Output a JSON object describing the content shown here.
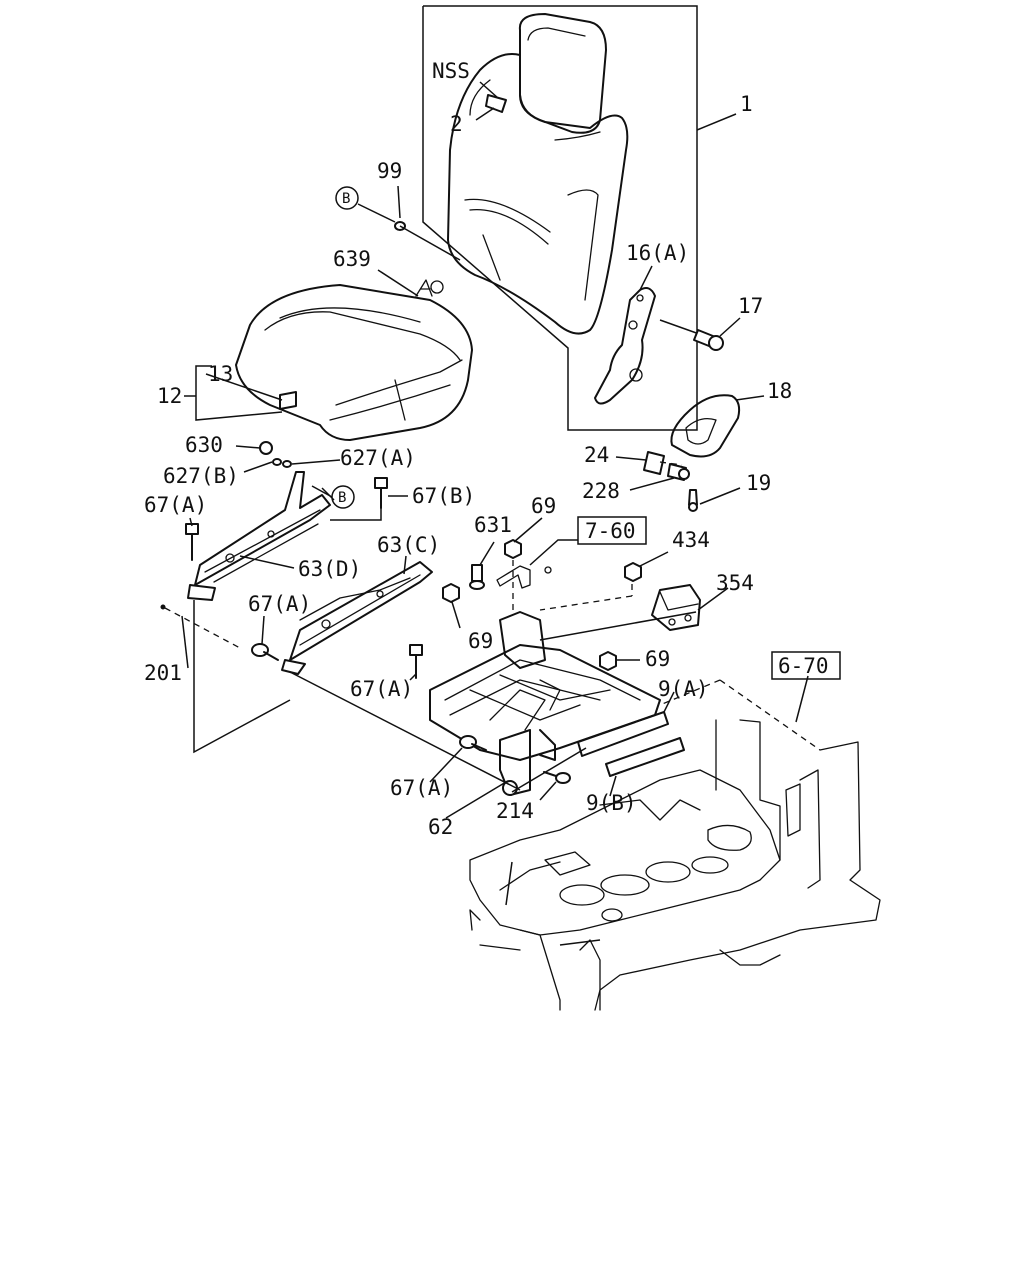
{
  "labels": {
    "nss": "NSS",
    "p1": "1",
    "p2": "2",
    "p99": "99",
    "pB1": "B",
    "p639": "639",
    "p16a": "16(A)",
    "p17": "17",
    "p12": "12",
    "p13": "13",
    "p18": "18",
    "p630": "630",
    "p627a": "627(A)",
    "p627b": "627(B)",
    "p24": "24",
    "p228": "228",
    "p19": "19",
    "pB2": "B",
    "p67b": "67(B)",
    "p67a_1": "67(A)",
    "p63d": "63(D)",
    "p631": "631",
    "p69_1": "69",
    "ref760": "7-60",
    "p434": "434",
    "p63c": "63(C)",
    "p354": "354",
    "p69_2": "69",
    "p67a_2": "67(A)",
    "p201": "201",
    "p69_3": "69",
    "p67a_3": "67(A)",
    "ref670": "6-70",
    "p9a": "9(A)",
    "p67a_4": "67(A)",
    "p214": "214",
    "p9b": "9(B)",
    "p62": "62"
  }
}
